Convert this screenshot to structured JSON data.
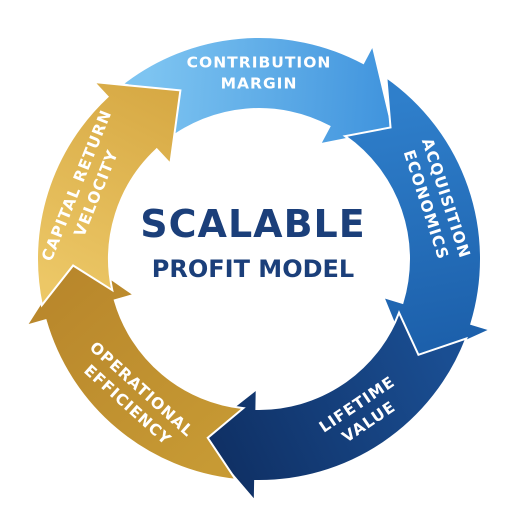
{
  "center": {
    "title": "SCALABLE",
    "subtitle": "PROFIT MODEL"
  },
  "segments": [
    {
      "lines": [
        "CONTRIBUTION",
        "MARGIN"
      ],
      "color_start": "#7dc4f1",
      "color_end": "#3f93dd"
    },
    {
      "lines": [
        "ACQUISITION",
        "ECONOMICS"
      ],
      "color_start": "#2f7fcb",
      "color_end": "#1b5ea9"
    },
    {
      "lines": [
        "LIFETIME",
        "VALUE"
      ],
      "color_start": "#1a4e92",
      "color_end": "#0f2f63"
    },
    {
      "lines": [
        "OPERATIONAL",
        "EFFICIENCY"
      ],
      "color_start": "#c79a34",
      "color_end": "#b8862b"
    },
    {
      "lines": [
        "CAPITAL RETURN",
        "VELOCITY"
      ],
      "color_start": "#ecc766",
      "color_end": "#d6a843"
    }
  ]
}
